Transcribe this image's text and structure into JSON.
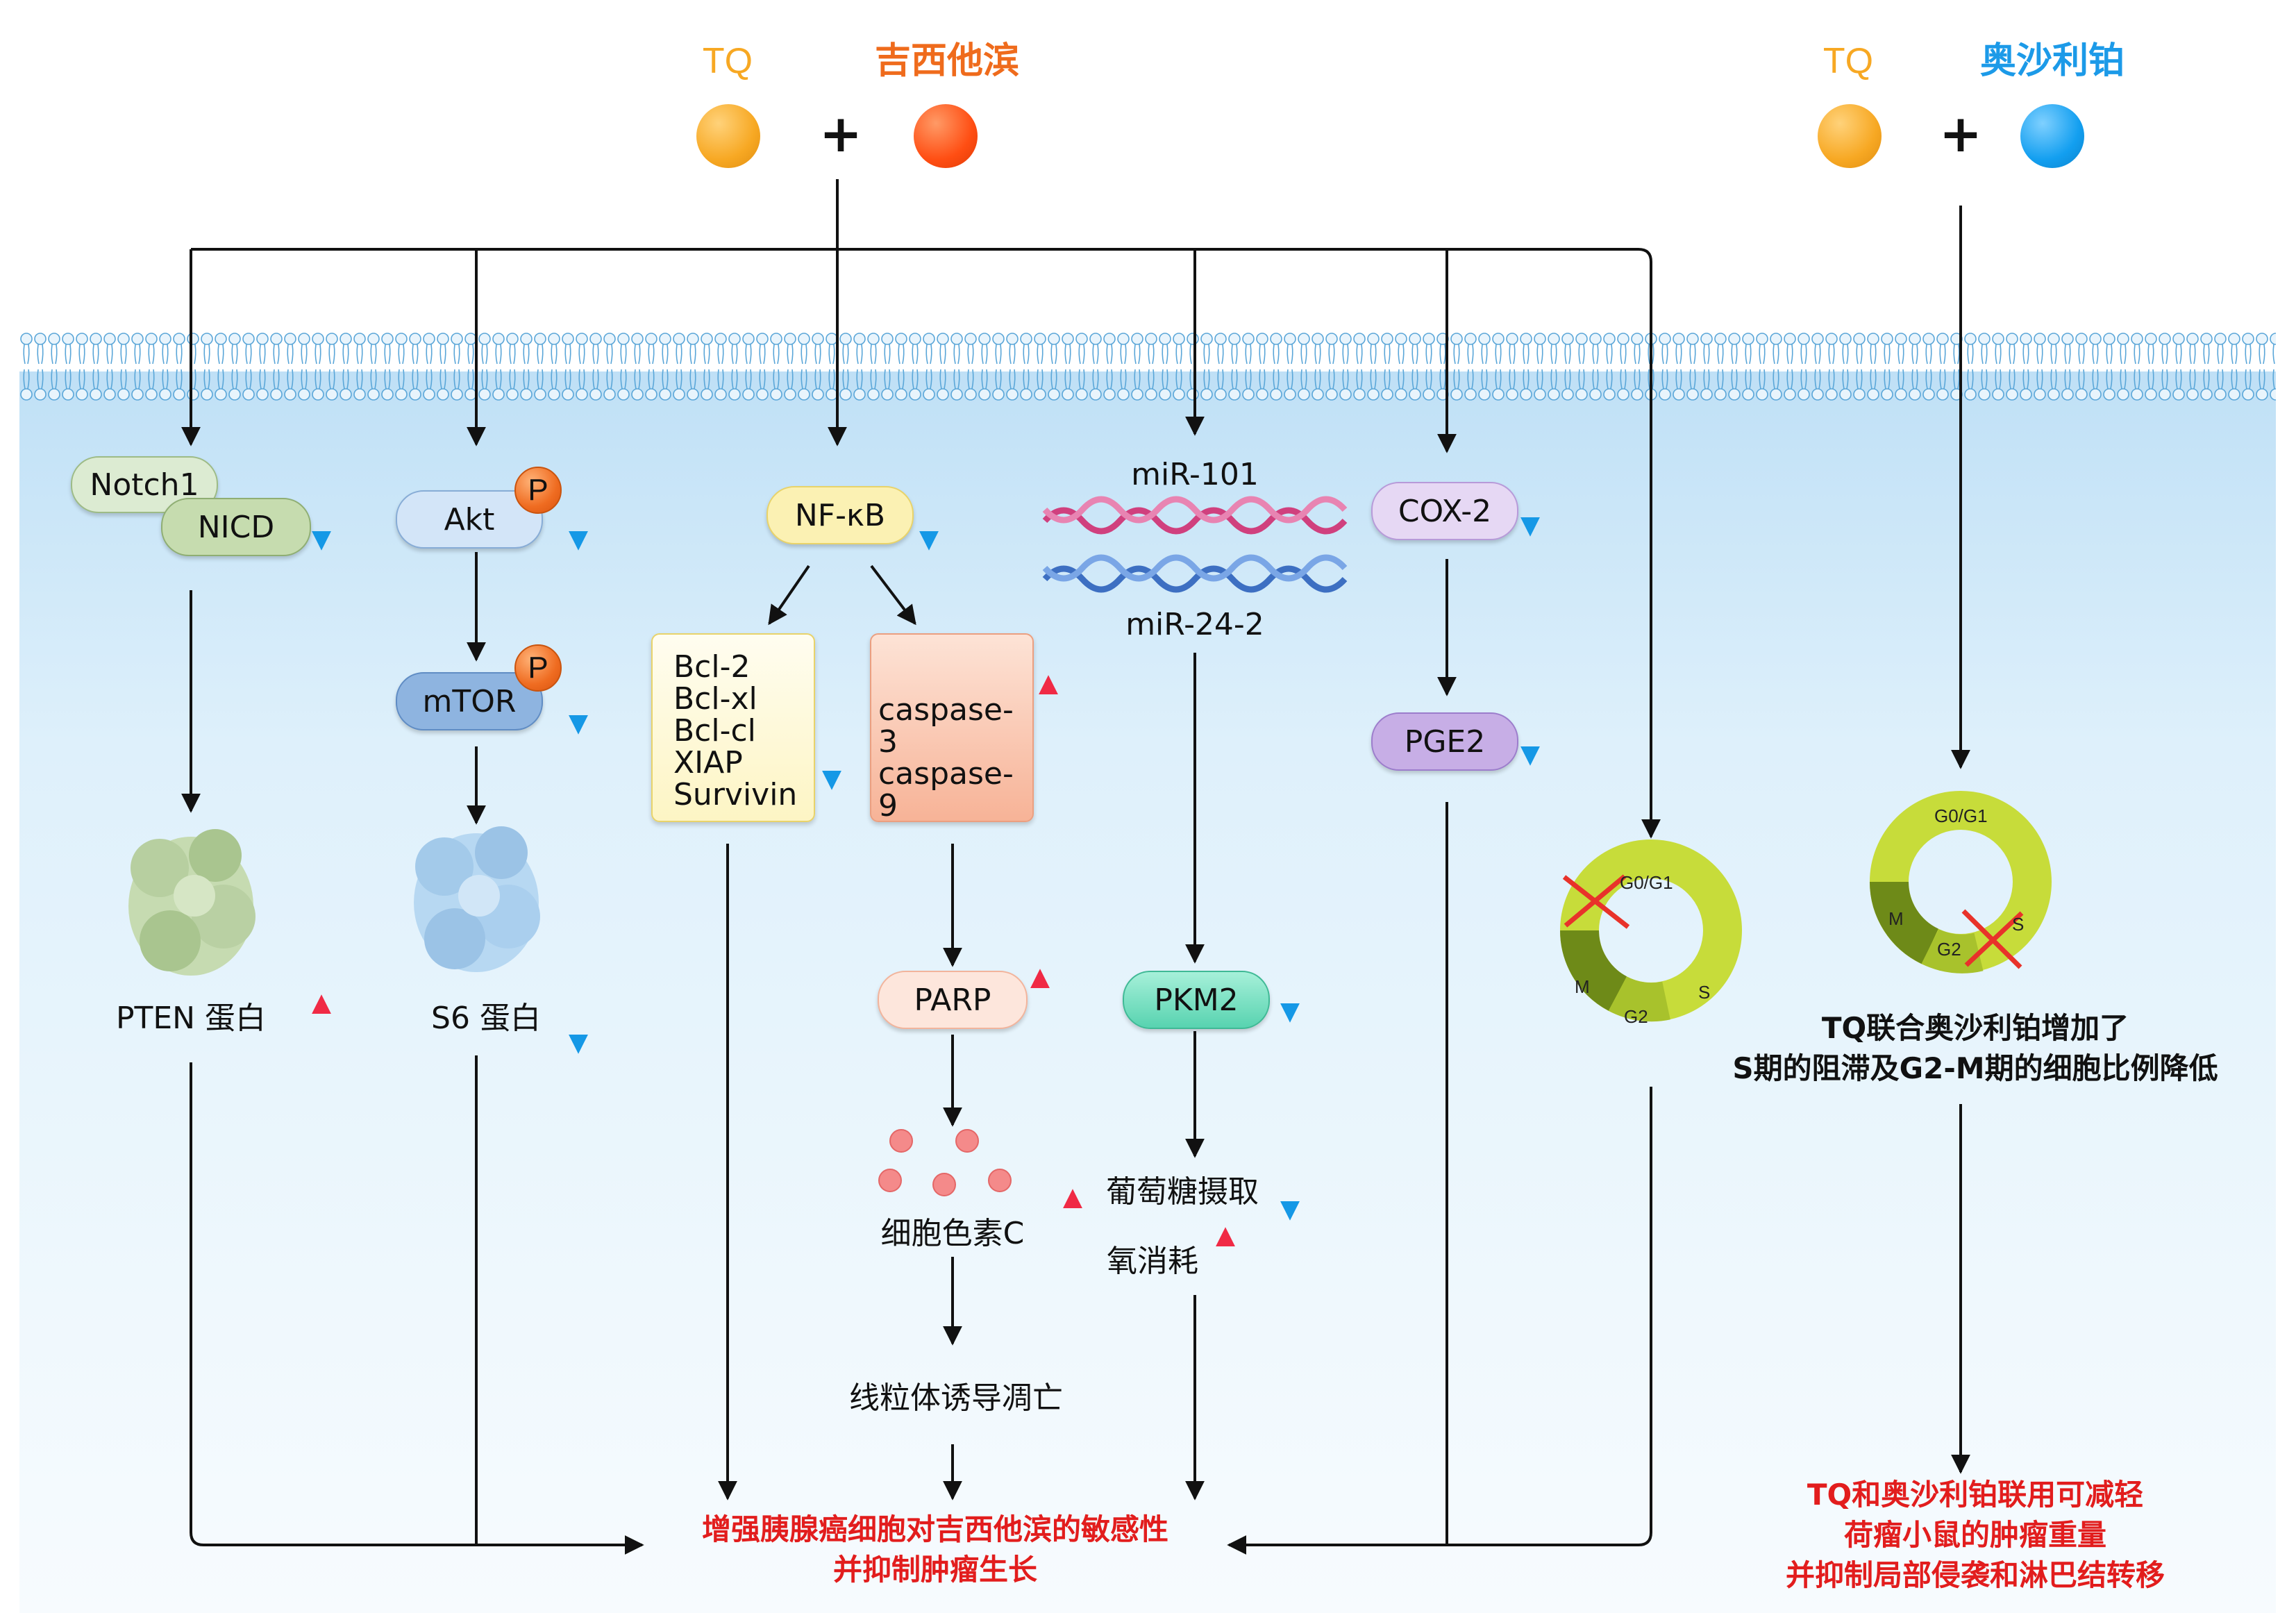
{
  "drugs_left": {
    "tq": "TQ",
    "drug": "吉西他滨",
    "tq_color": "#f7a823",
    "drug_color": "#ff4e13",
    "label_color": "#ef6b1c",
    "plus": "+"
  },
  "drugs_right": {
    "tq": "TQ",
    "drug": "奥沙利铂",
    "tq_color": "#f7a823",
    "drug_color": "#139ff0",
    "label_color": "#1c9ae8",
    "plus": "+"
  },
  "pathway_notch": {
    "notch1": "Notch1",
    "nicd": "NICD",
    "pten": "PTEN 蛋白",
    "nicd_trend": "down",
    "pten_trend": "up"
  },
  "pathway_akt": {
    "akt": "Akt",
    "mtor": "mTOR",
    "phospho": "P",
    "s6": "S6 蛋白",
    "akt_trend": "down",
    "mtor_trend": "down",
    "s6_trend": "down"
  },
  "pathway_nfkb": {
    "nfkb": "NF-κB",
    "anti_apoptotic": [
      "Bcl-2",
      "Bcl-xl",
      "Bcl-cl",
      "XIAP",
      "Survivin"
    ],
    "caspases": [
      "caspase-3",
      "caspase-9"
    ],
    "parp": "PARP",
    "cytochrome": "细胞色素C",
    "mito_apoptosis": "线粒体诱导凋亡",
    "nfkb_trend": "down",
    "anti_trend": "down",
    "casp_trend": "up",
    "parp_trend": "up",
    "cyto_trend": "up"
  },
  "pathway_mir": {
    "mir101": "miR-101",
    "mir242": "miR-24-2",
    "pkm2": "PKM2",
    "glucose": "葡萄糖摄取",
    "oxygen": "氧消耗",
    "pkm2_trend": "down",
    "glucose_trend": "down",
    "oxygen_trend": "up"
  },
  "pathway_cox": {
    "cox2": "COX-2",
    "pge2": "PGE2",
    "cox_trend": "down",
    "pge_trend": "down"
  },
  "cell_cycle_left": {
    "g0g1": "G0/G1",
    "s": "S",
    "g2": "G2",
    "m": "M"
  },
  "cell_cycle_right": {
    "g0g1": "G0/G1",
    "s": "S",
    "g2": "G2",
    "m": "M"
  },
  "right_note": [
    "TQ联合奥沙利铂增加了",
    "S期的阻滞及G2-M期的细胞比例降低"
  ],
  "outcome_left": [
    "增强胰腺癌细胞对吉西他滨的敏感性",
    "并抑制肿瘤生长"
  ],
  "outcome_right": [
    "TQ和奥沙利铂联用可减轻",
    "荷瘤小鼠的肿瘤重量",
    "并抑制局部侵袭和淋巴结转移"
  ],
  "colors": {
    "up_arrow": "#f03a4f",
    "down_arrow": "#12a9e6",
    "outcome_text": "#e21d1d",
    "cycle_ring": "#c7dc3a",
    "cycle_dark": "#6e8a18"
  }
}
